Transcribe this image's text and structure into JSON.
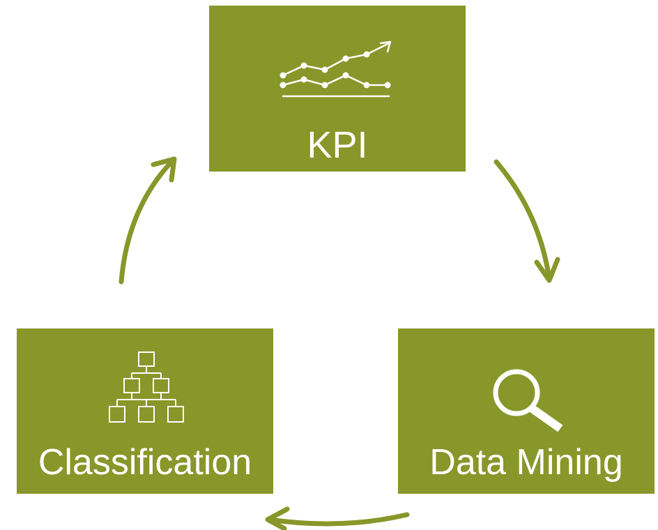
{
  "colors": {
    "box_fill": "#87972a",
    "arrow": "#87972a",
    "text": "#ffffff",
    "background": "#ffffff"
  },
  "nodes": {
    "kpi": {
      "label": "KPI",
      "icon": "line-chart-icon"
    },
    "data_mining": {
      "label": "Data Mining",
      "icon": "magnifier-icon"
    },
    "classification": {
      "label": "Classification",
      "icon": "hierarchy-icon"
    }
  },
  "cycle": [
    {
      "from": "kpi",
      "to": "data_mining"
    },
    {
      "from": "data_mining",
      "to": "classification"
    },
    {
      "from": "classification",
      "to": "kpi"
    }
  ]
}
